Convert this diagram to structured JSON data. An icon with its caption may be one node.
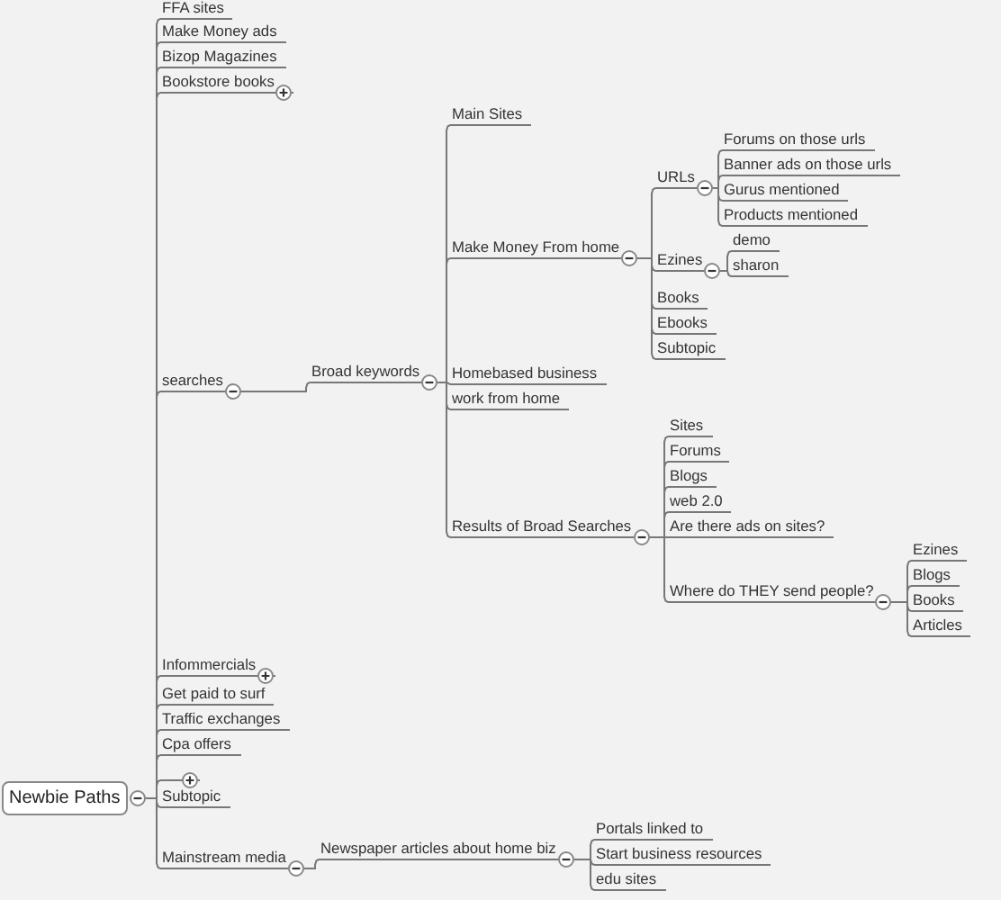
{
  "diagram": {
    "nodes": [
      {
        "text": [
          "Newbie Paths"
        ]
      },
      {
        "text": [
          "FFA sites"
        ]
      },
      {
        "text": [
          "Make Money ads"
        ]
      },
      {
        "text": [
          "Bizop Magazines"
        ]
      },
      {
        "text": [
          "Bookstore books"
        ]
      },
      {
        "text": [
          "searches"
        ]
      },
      {
        "text": [
          "Broad keywords"
        ]
      },
      {
        "text": [
          "Main Sites"
        ]
      },
      {
        "text": [
          "Make Money From home"
        ]
      },
      {
        "text": [
          "URLs"
        ]
      },
      {
        "text": [
          "Forums on those urls"
        ]
      },
      {
        "text": [
          "Banner ads on those urls"
        ]
      },
      {
        "text": [
          "Gurus mentioned"
        ]
      },
      {
        "text": [
          "Products mentioned"
        ]
      },
      {
        "text": [
          "Ezines"
        ]
      },
      {
        "text": [
          "demo"
        ]
      },
      {
        "text": [
          "sharon"
        ]
      },
      {
        "text": [
          "Books"
        ]
      },
      {
        "text": [
          "Ebooks"
        ]
      },
      {
        "text": [
          "Subtopic"
        ]
      },
      {
        "text": [
          "Homebased business"
        ]
      },
      {
        "text": [
          "work from home"
        ]
      },
      {
        "text": [
          "Results of Broad Searches"
        ]
      },
      {
        "text": [
          "Sites"
        ]
      },
      {
        "text": [
          "Forums"
        ]
      },
      {
        "text": [
          "Blogs"
        ]
      },
      {
        "text": [
          "web 2.0"
        ]
      },
      {
        "text": [
          "Are there ads on sites?"
        ]
      },
      {
        "text": [
          "Where do THEY send people?"
        ]
      },
      {
        "text": [
          "Ezines"
        ]
      },
      {
        "text": [
          "Blogs"
        ]
      },
      {
        "text": [
          "Books"
        ]
      },
      {
        "text": [
          "Articles"
        ]
      },
      {
        "text": [
          "Infommercials"
        ]
      },
      {
        "text": [
          "Get paid to surf"
        ]
      },
      {
        "text": [
          "Traffic exchanges"
        ]
      },
      {
        "text": [
          "Cpa offers"
        ]
      },
      {
        "text": [],
        "shape": "bar"
      },
      {
        "text": [
          "Subtopic"
        ]
      },
      {
        "text": [
          "Mainstream media"
        ]
      },
      {
        "text": [
          "Newspaper articles about home biz"
        ]
      },
      {
        "text": [
          "Portals linked to"
        ]
      },
      {
        "text": [
          "Start business resources"
        ]
      },
      {
        "text": [
          "edu sites"
        ]
      }
    ],
    "edges": [
      {
        "from": 0,
        "to": 1,
        "arrow": "none"
      },
      {
        "from": 0,
        "to": 2,
        "arrow": "none"
      },
      {
        "from": 0,
        "to": 3,
        "arrow": "none"
      },
      {
        "from": 0,
        "to": 4,
        "arrow": "none"
      },
      {
        "from": 0,
        "to": 5,
        "arrow": "none"
      },
      {
        "from": 5,
        "to": 6,
        "arrow": "none"
      },
      {
        "from": 6,
        "to": 7,
        "arrow": "none"
      },
      {
        "from": 6,
        "to": 8,
        "arrow": "none"
      },
      {
        "from": 8,
        "to": 9,
        "arrow": "none"
      },
      {
        "from": 9,
        "to": 10,
        "arrow": "none"
      },
      {
        "from": 9,
        "to": 11,
        "arrow": "none"
      },
      {
        "from": 9,
        "to": 12,
        "arrow": "none"
      },
      {
        "from": 9,
        "to": 13,
        "arrow": "none"
      },
      {
        "from": 8,
        "to": 14,
        "arrow": "none"
      },
      {
        "from": 14,
        "to": 15,
        "arrow": "none"
      },
      {
        "from": 14,
        "to": 16,
        "arrow": "none"
      },
      {
        "from": 8,
        "to": 17,
        "arrow": "none"
      },
      {
        "from": 8,
        "to": 18,
        "arrow": "none"
      },
      {
        "from": 8,
        "to": 19,
        "arrow": "none"
      },
      {
        "from": 6,
        "to": 20,
        "arrow": "none"
      },
      {
        "from": 6,
        "to": 21,
        "arrow": "none"
      },
      {
        "from": 6,
        "to": 22,
        "arrow": "none"
      },
      {
        "from": 22,
        "to": 23,
        "arrow": "none"
      },
      {
        "from": 22,
        "to": 24,
        "arrow": "none"
      },
      {
        "from": 22,
        "to": 25,
        "arrow": "none"
      },
      {
        "from": 22,
        "to": 26,
        "arrow": "none"
      },
      {
        "from": 22,
        "to": 27,
        "arrow": "none"
      },
      {
        "from": 22,
        "to": 28,
        "arrow": "none"
      },
      {
        "from": 28,
        "to": 29,
        "arrow": "none"
      },
      {
        "from": 28,
        "to": 30,
        "arrow": "none"
      },
      {
        "from": 28,
        "to": 31,
        "arrow": "none"
      },
      {
        "from": 28,
        "to": 32,
        "arrow": "none"
      },
      {
        "from": 0,
        "to": 33,
        "arrow": "none"
      },
      {
        "from": 0,
        "to": 34,
        "arrow": "none"
      },
      {
        "from": 0,
        "to": 35,
        "arrow": "none"
      },
      {
        "from": 0,
        "to": 36,
        "arrow": "none"
      },
      {
        "from": 0,
        "to": 37,
        "arrow": "none"
      },
      {
        "from": 0,
        "to": 38,
        "arrow": "none"
      },
      {
        "from": 0,
        "to": 39,
        "arrow": "none"
      },
      {
        "from": 39,
        "to": 40,
        "arrow": "none"
      },
      {
        "from": 40,
        "to": 41,
        "arrow": "none"
      },
      {
        "from": 40,
        "to": 42,
        "arrow": "none"
      },
      {
        "from": 40,
        "to": 43,
        "arrow": "none"
      }
    ]
  }
}
